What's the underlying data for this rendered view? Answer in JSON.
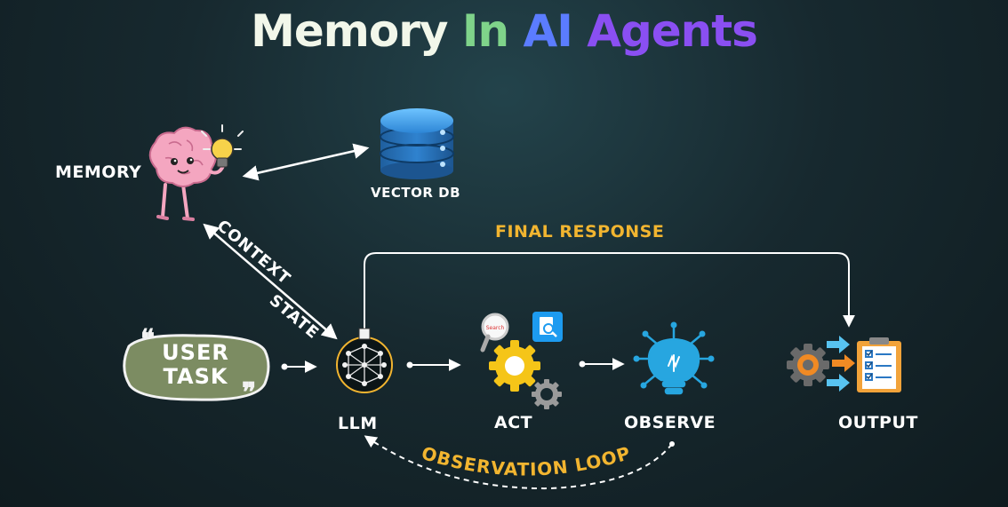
{
  "title": {
    "word1": "Memory",
    "word2": "In",
    "word3": "AI",
    "word4": "Agents"
  },
  "labels": {
    "memory": "MEMORY",
    "vector_db": "VECTOR DB",
    "context": "CONTEXT",
    "state": "STATE",
    "final_response": "FINAL RESPONSE",
    "user_task_line1": "USER",
    "user_task_line2": "TASK",
    "llm": "LLM",
    "act": "ACT",
    "observe": "OBSERVE",
    "output": "OUTPUT",
    "observation_loop": "OBSERVATION LOOP",
    "search_lens": "Search"
  },
  "colors": {
    "accent_yellow": "#f2b530",
    "user_task_fill": "#7c8c62",
    "db_blue": "#2a78c4",
    "gear_yellow": "#f5c518",
    "brain_pink": "#f4a6c0"
  }
}
